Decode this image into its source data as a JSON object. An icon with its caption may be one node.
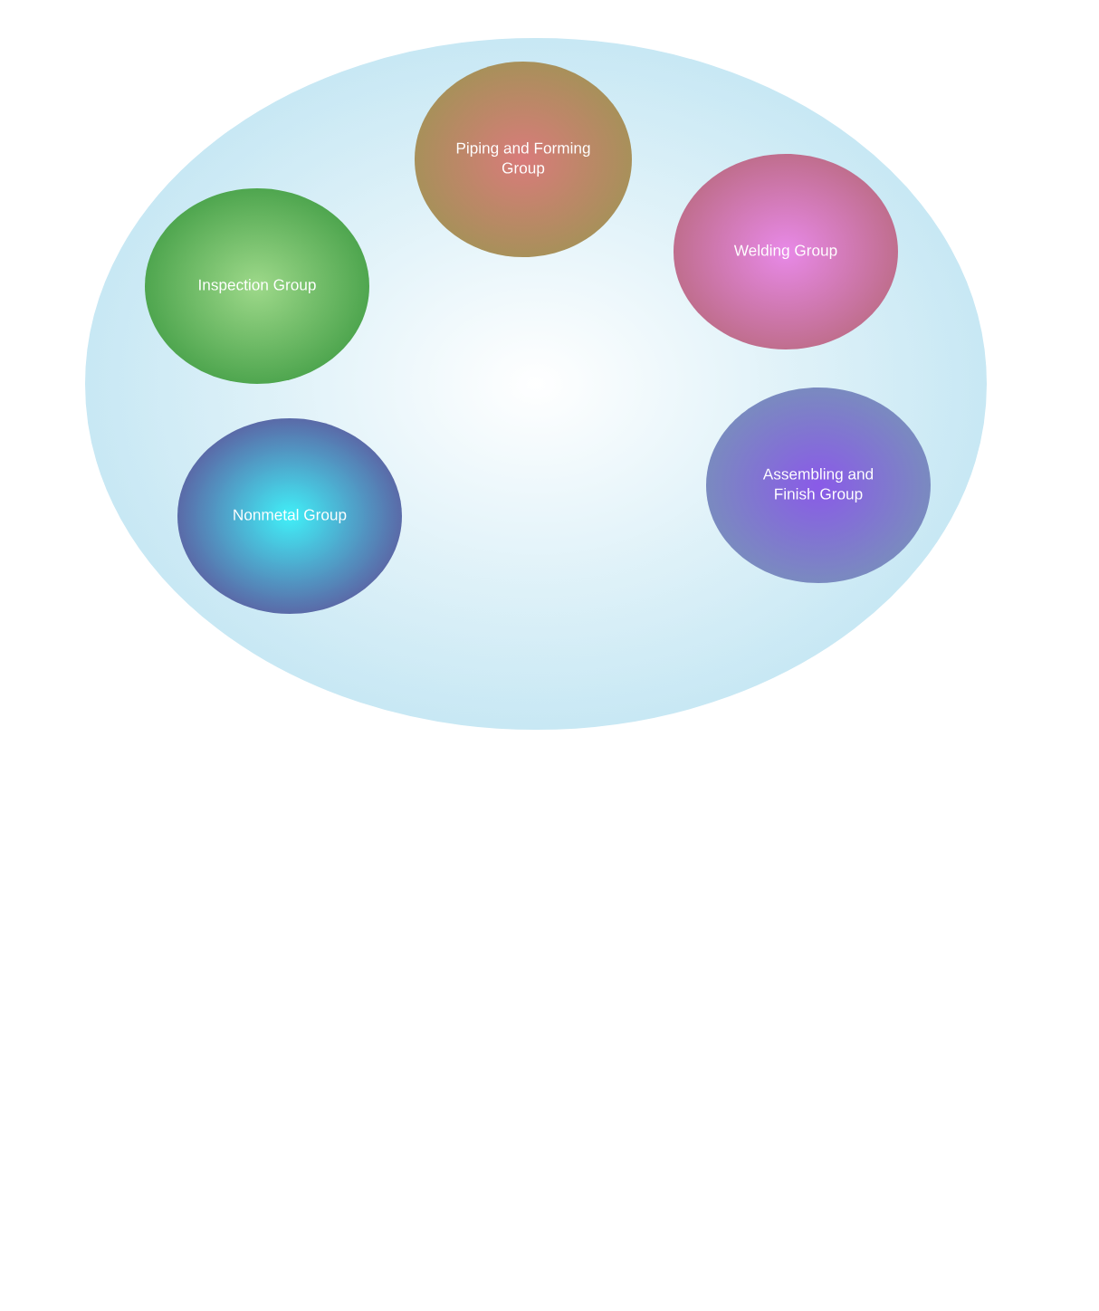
{
  "diagram": {
    "nodes": [
      {
        "text": [],
        "shape": "ellipse"
      },
      {
        "text": [
          "Piping and Forming Group"
        ],
        "in": 0
      },
      {
        "text": [
          "Welding Group"
        ],
        "in": 0
      },
      {
        "text": [
          "Inspection Group"
        ],
        "in": 0
      },
      {
        "text": [
          "Assembling and Finish Group"
        ],
        "in": 0
      },
      {
        "text": [
          "Nonmetal Group"
        ],
        "in": 0
      }
    ]
  }
}
